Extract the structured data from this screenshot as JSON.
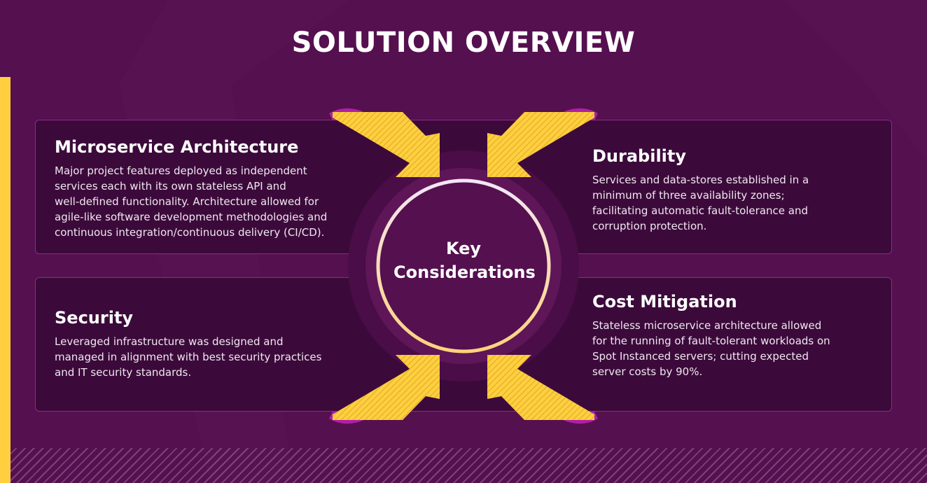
{
  "title": "SOLUTION OVERVIEW",
  "hub": {
    "line1": "Key",
    "line2": "Considerations"
  },
  "sections": [
    {
      "heading": "Microservice Architecture",
      "body": [
        "Major project features deployed as independent",
        "services each with its own stateless API and",
        "well-defined functionality. Architecture allowed for",
        "agile-like software development methodologies and",
        "continuous integration/continuous delivery (CI/CD)."
      ]
    },
    {
      "heading": "Durability",
      "body": [
        "Services and data-stores established in a",
        "minimum of three availability zones;",
        "facilitating automatic fault-tolerance and",
        "corruption protection."
      ]
    },
    {
      "heading": "Security",
      "body": [
        "Leveraged infrastructure was designed and",
        "managed in alignment with best security practices",
        "and IT security standards."
      ]
    },
    {
      "heading": "Cost Mitigation",
      "body": [
        "Stateless microservice architecture allowed",
        "for the running of fault-tolerant workloads on",
        "Spot Instanced servers; cutting expected",
        "server costs by 90%."
      ]
    }
  ],
  "colors": {
    "background": "#55104f",
    "card": "#3b0a3a",
    "card_border": "#8e2a8a",
    "accent_yellow": "#ffcf3f",
    "arrow_magenta": "#b01ea8",
    "ring_top": "#f3e6f7",
    "ring_bottom": "#ffd37a"
  }
}
